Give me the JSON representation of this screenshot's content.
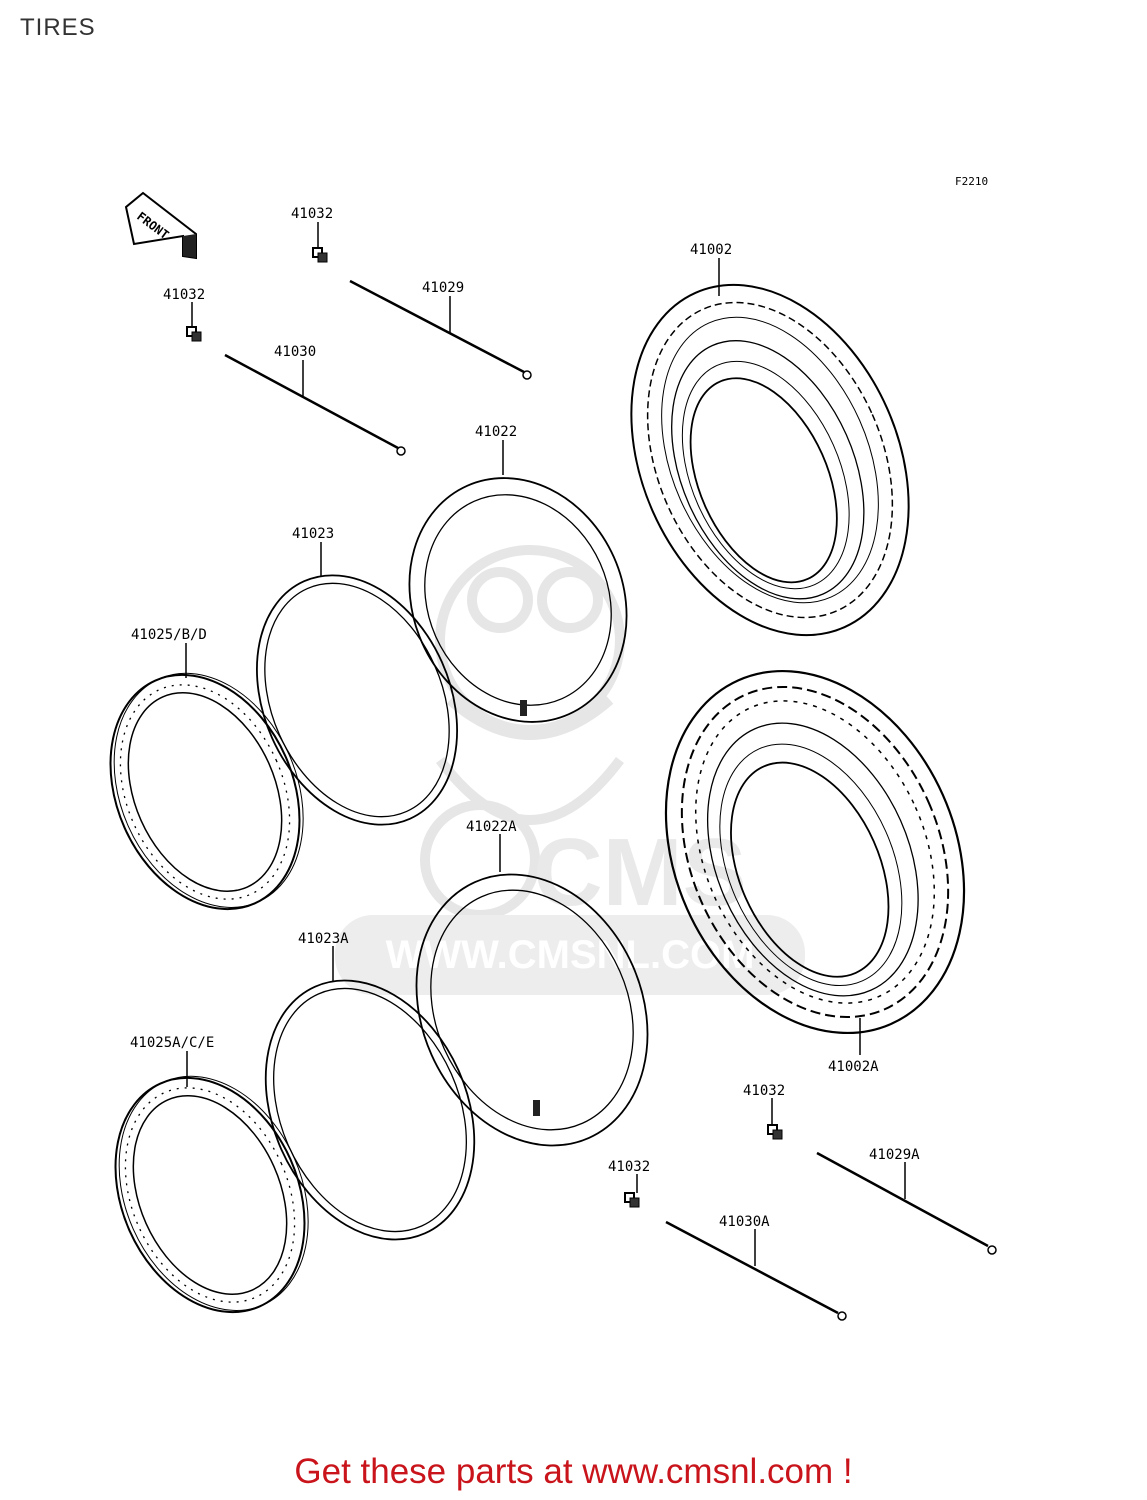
{
  "page": {
    "title": "TIRES",
    "footer": "Get these parts at www.cmsnl.com !"
  },
  "diagram": {
    "figure_code": "F2210",
    "front_label": "FRONT",
    "watermark": {
      "brand": "CMS",
      "url": "WWW.CMSNL.COM"
    },
    "parts": {
      "bolt_top": "41032",
      "bolt_left": "41032",
      "spoke_41029": "41029",
      "spoke_41030": "41030",
      "tire_front": "41002",
      "tube_front": "41022",
      "rimband_front": "41023",
      "rim_front": "41025/B/D",
      "tube_rear": "41022A",
      "rimband_rear": "41023A",
      "rim_rear": "41025A/C/E",
      "tire_rear": "41002A",
      "bolt_rear_right": "41032",
      "spoke_41029a": "41029A",
      "bolt_rear_left": "41032",
      "spoke_41030a": "41030A"
    }
  }
}
